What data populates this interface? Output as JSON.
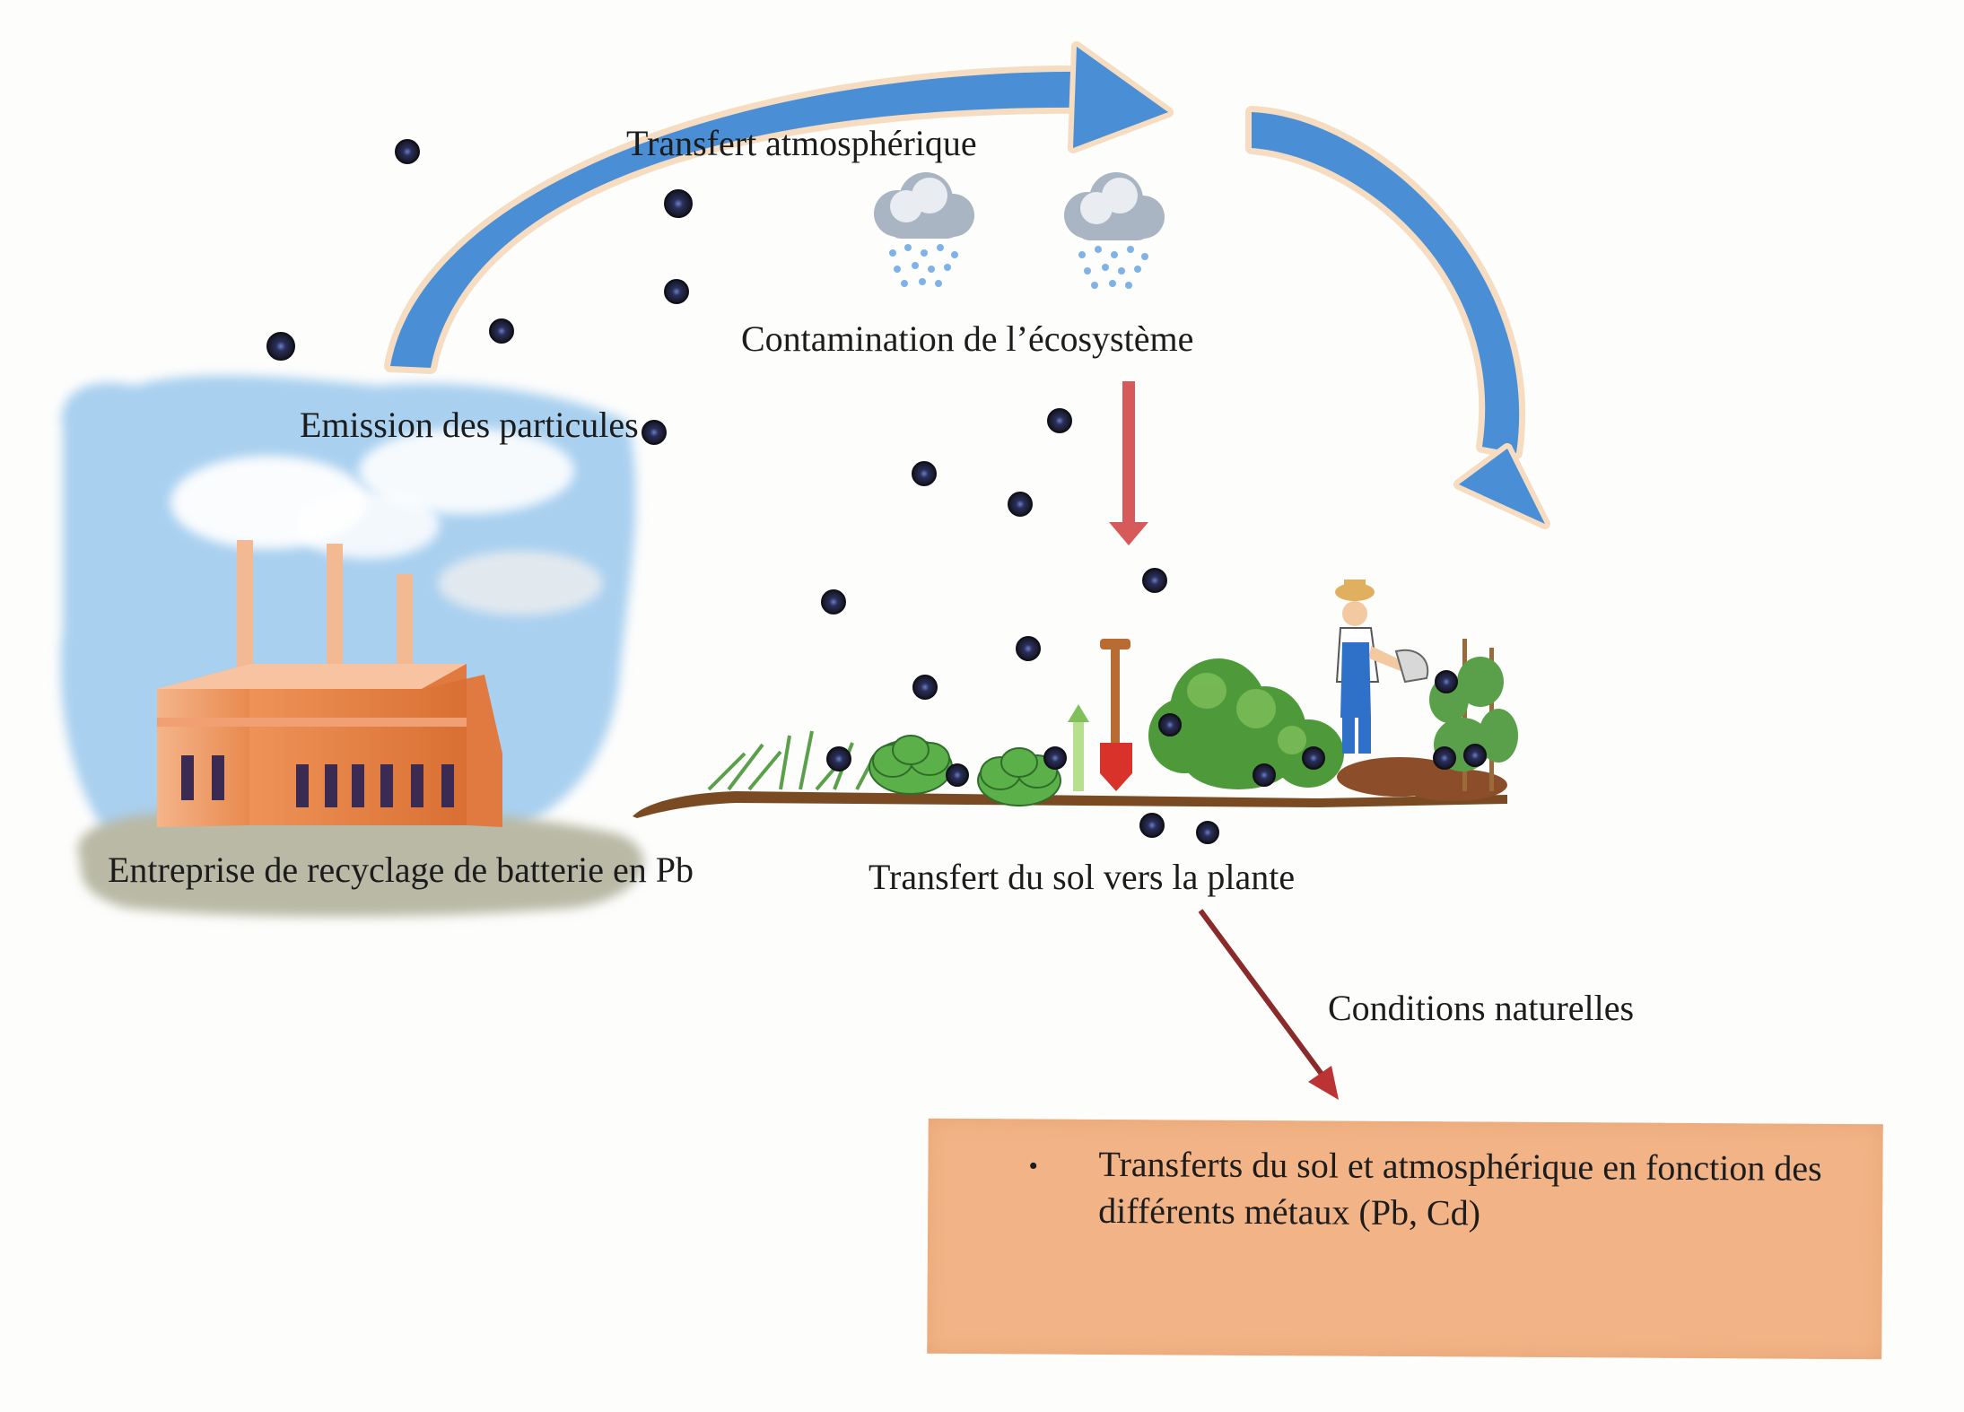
{
  "labels": {
    "transfert_atmospherique": "Transfert atmosphérique",
    "contamination": "Contamination de l’écosystème",
    "emission": "Emission des particules",
    "entreprise": "Entreprise de recyclage de batterie en Pb",
    "transfert_sol_plante": "Transfert du sol vers la plante",
    "conditions": "Conditions naturelles"
  },
  "result_box": {
    "bullet": "•",
    "text": "Transferts du sol et atmosphérique en fonction des différents métaux (Pb, Cd)"
  },
  "colors": {
    "blue_arrow": "#4a8fd6",
    "red_arrow": "#d65a5a",
    "dark_red_arrow": "#8a2a2a",
    "particle": "#2a2a40",
    "box_fill": "#f2b486",
    "sky": "#a9d0ef",
    "factory": "#e88a4e",
    "ground": "#7a4a22",
    "plant": "#4e9a3a"
  },
  "icons": [
    "factory-icon",
    "rain-cloud-icon",
    "particle-icon",
    "lettuce-icon",
    "shovel-icon",
    "gardener-icon",
    "tomato-plant-icon"
  ]
}
